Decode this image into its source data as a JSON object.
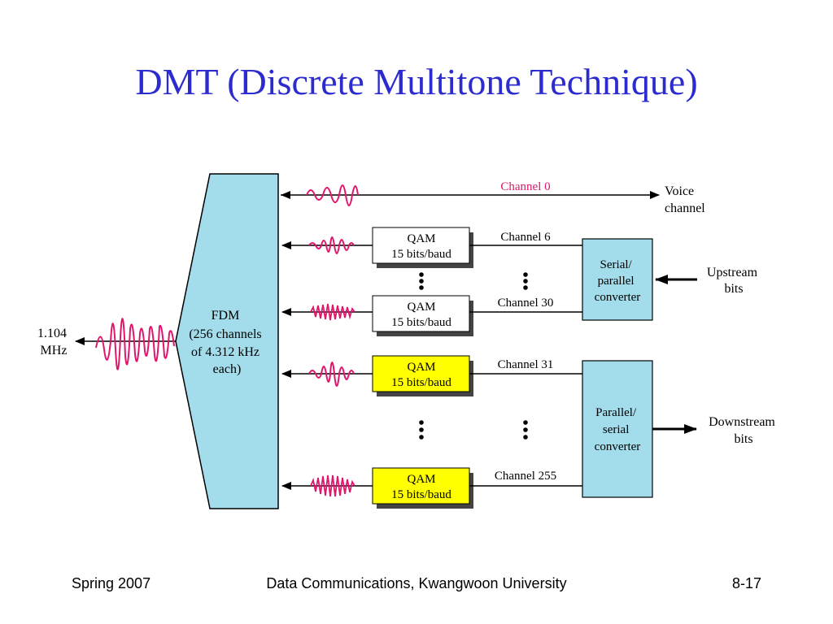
{
  "slide": {
    "title": "DMT (Discrete Multitone Technique)"
  },
  "diagram": {
    "fdm": {
      "lines": [
        "FDM",
        "(256 channels",
        "of 4.312 kHz",
        "each)"
      ],
      "fill": "#a3dcea"
    },
    "line_frequency": [
      "1.104",
      "MHz"
    ],
    "voice": {
      "channel_label": "Channel 0",
      "endpoint": [
        "Voice",
        "channel"
      ]
    },
    "qam_blocks": [
      {
        "channel": "Channel 6",
        "lines": [
          "QAM",
          "15 bits/baud"
        ],
        "highlight": false
      },
      {
        "channel": "Channel 30",
        "lines": [
          "QAM",
          "15 bits/baud"
        ],
        "highlight": false
      },
      {
        "channel": "Channel 31",
        "lines": [
          "QAM",
          "15 bits/baud"
        ],
        "highlight": true
      },
      {
        "channel": "Channel 255",
        "lines": [
          "QAM",
          "15 bits/baud"
        ],
        "highlight": true
      }
    ],
    "upstream_converter": [
      "Serial/",
      "parallel",
      "converter"
    ],
    "downstream_converter": [
      "Parallel/",
      "serial",
      "converter"
    ],
    "upstream_bits": [
      "Upstream",
      "bits"
    ],
    "downstream_bits": [
      "Downstream",
      "bits"
    ],
    "colors": {
      "signal": "#e0156c",
      "channel0_label": "#e0156c",
      "highlight_block": "#ffff00",
      "converter": "#a3dcea"
    }
  },
  "footer": {
    "left": "Spring 2007",
    "center": "Data Communications, Kwangwoon University",
    "right": "8-17"
  }
}
